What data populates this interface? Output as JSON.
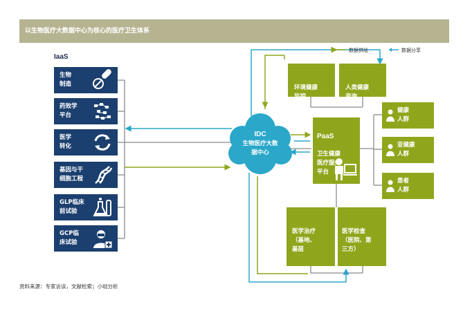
{
  "header": {
    "title": "以生物医疗大数据中心为核心的医疗卫生体系"
  },
  "legend": {
    "supply": "数据供给",
    "share": "数据分享"
  },
  "iaas": {
    "title": "IaaS",
    "items": [
      {
        "label": "生物\n制造",
        "icon": "pill-capsule-icon"
      },
      {
        "label": "药效学\n平台",
        "icon": "network-chart-icon"
      },
      {
        "label": "医学\n转化",
        "icon": "refresh-arrows-icon"
      },
      {
        "label": "基因与干\n细胞工程",
        "icon": "dna-icon"
      },
      {
        "label": "GLP临床\n前试验",
        "icon": "flask-icon"
      },
      {
        "label": "GCP临\n床试验",
        "icon": "doctor-icon"
      }
    ]
  },
  "idc": {
    "title": "IDC",
    "label": "生物医疗大数\n据中心"
  },
  "paas": {
    "title": "PaaS",
    "label": "卫生健康\n医疗服务\n平台"
  },
  "top_boxes": {
    "env": "环境健康\n监控",
    "human": "人类健康\n咨询"
  },
  "bottom_boxes": {
    "treatment": "医学治疗\n（基地、\n基层",
    "exam": "医学检查\n（医院、第\n三方）"
  },
  "people": [
    {
      "label": "健康\n人群"
    },
    {
      "label": "亚健康\n人群"
    },
    {
      "label": "患者\n人群"
    }
  ],
  "colors": {
    "navy": "#1b3f6e",
    "green": "#8fa61c",
    "cyan": "#2aa7c9",
    "grey": "#8a8a8a",
    "header": "#b6b391"
  },
  "source": "资料来源：专家访谈，文献检索；小组分析"
}
